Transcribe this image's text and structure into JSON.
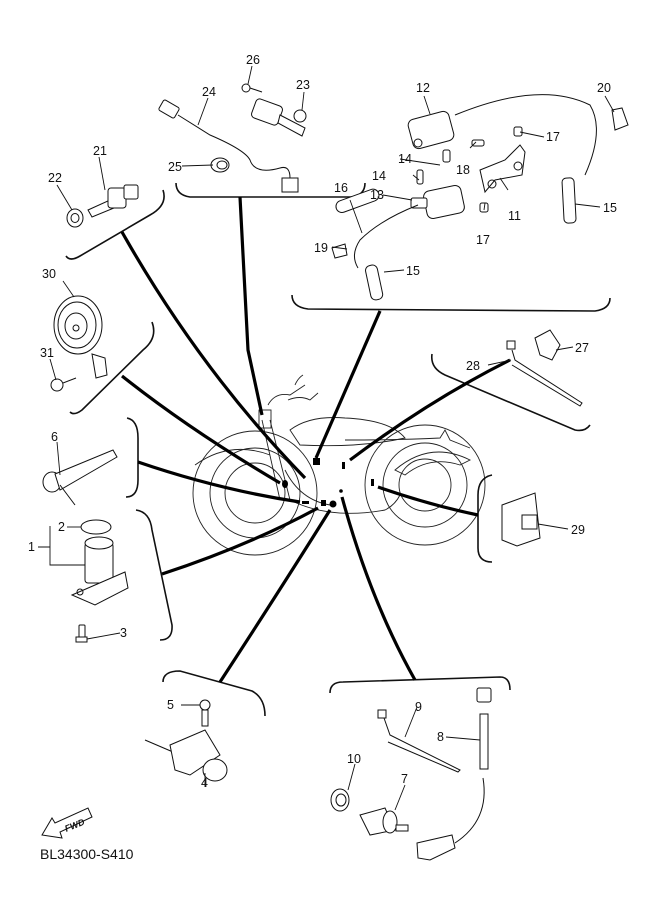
{
  "diagram": {
    "title": "Electrical parts exploded view",
    "reference_code": "BL34300-S410",
    "fwd_label": "FWD",
    "background_color": "#ffffff",
    "line_color": "#111111"
  },
  "callouts": [
    {
      "id": "1",
      "label": "1"
    },
    {
      "id": "2",
      "label": "2"
    },
    {
      "id": "3",
      "label": "3"
    },
    {
      "id": "4",
      "label": "4"
    },
    {
      "id": "5",
      "label": "5"
    },
    {
      "id": "6",
      "label": "6"
    },
    {
      "id": "7",
      "label": "7"
    },
    {
      "id": "8",
      "label": "8"
    },
    {
      "id": "9",
      "label": "9"
    },
    {
      "id": "10",
      "label": "10"
    },
    {
      "id": "11",
      "label": "11"
    },
    {
      "id": "12",
      "label": "12"
    },
    {
      "id": "13",
      "label": "13"
    },
    {
      "id": "14a",
      "label": "14"
    },
    {
      "id": "14b",
      "label": "14"
    },
    {
      "id": "15a",
      "label": "15"
    },
    {
      "id": "15b",
      "label": "15"
    },
    {
      "id": "16",
      "label": "16"
    },
    {
      "id": "17a",
      "label": "17"
    },
    {
      "id": "17b",
      "label": "17"
    },
    {
      "id": "18",
      "label": "18"
    },
    {
      "id": "19",
      "label": "19"
    },
    {
      "id": "20",
      "label": "20"
    },
    {
      "id": "21",
      "label": "21"
    },
    {
      "id": "22",
      "label": "22"
    },
    {
      "id": "23",
      "label": "23"
    },
    {
      "id": "24",
      "label": "24"
    },
    {
      "id": "25",
      "label": "25"
    },
    {
      "id": "26",
      "label": "26"
    },
    {
      "id": "27",
      "label": "27"
    },
    {
      "id": "28",
      "label": "28"
    },
    {
      "id": "29",
      "label": "29"
    },
    {
      "id": "30",
      "label": "30"
    },
    {
      "id": "31",
      "label": "31"
    }
  ],
  "groups": [
    {
      "name": "speed-sensor-group",
      "parts": [
        "23",
        "24",
        "25",
        "26"
      ]
    },
    {
      "name": "ignition-coil-group",
      "parts": [
        "11",
        "12",
        "13",
        "14",
        "15",
        "16",
        "17",
        "18",
        "19",
        "20"
      ]
    },
    {
      "name": "temp-sensor-group",
      "parts": [
        "21",
        "22"
      ]
    },
    {
      "name": "horn-group",
      "parts": [
        "30",
        "31"
      ]
    },
    {
      "name": "cable-tie-group",
      "parts": [
        "27",
        "28"
      ]
    },
    {
      "name": "relay-group",
      "parts": [
        "29"
      ]
    },
    {
      "name": "switch-group",
      "parts": [
        "6"
      ]
    },
    {
      "name": "gear-position-group",
      "parts": [
        "1",
        "2",
        "3"
      ]
    },
    {
      "name": "sidestand-switch-group",
      "parts": [
        "4",
        "5"
      ]
    },
    {
      "name": "oil-pressure-group",
      "parts": [
        "7",
        "8",
        "9",
        "10"
      ]
    }
  ]
}
